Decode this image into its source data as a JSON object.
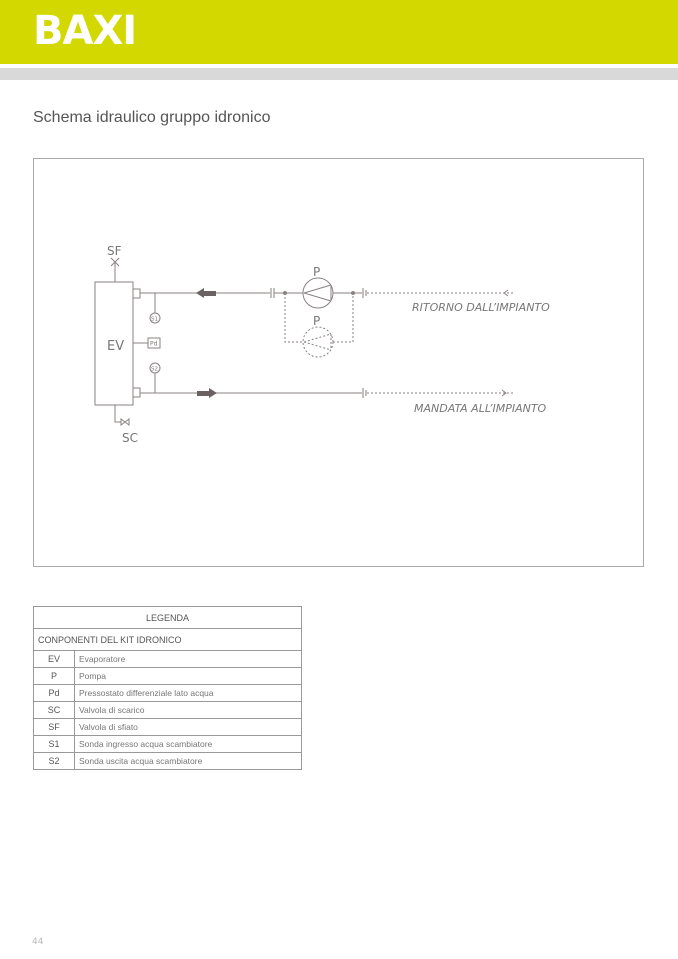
{
  "header": {
    "logo": "BAXI",
    "accent": "#d2d800"
  },
  "title": "Schema idraulico gruppo idronico",
  "diagram": {
    "labels": {
      "sf": "SF",
      "sc": "SC",
      "ev": "EV",
      "s1": "S1",
      "s2": "S2",
      "pd": "Pd",
      "p1": "P",
      "p2": "P",
      "ritorno": "RITORNO DALL’IMPIANTO",
      "mandata": "MANDATA ALL’IMPIANTO"
    }
  },
  "legend": {
    "title": "LEGENDA",
    "section": "CONPONENTI DEL KIT IDRONICO",
    "rows": [
      {
        "code": "EV",
        "desc": "Evaporatore"
      },
      {
        "code": "P",
        "desc": "Pompa"
      },
      {
        "code": "Pd",
        "desc": "Pressostato differenziale lato acqua"
      },
      {
        "code": "SC",
        "desc": "Valvola di scarico"
      },
      {
        "code": "SF",
        "desc": "Valvola di sfiato"
      },
      {
        "code": "S1",
        "desc": "Sonda ingresso acqua scambiatore"
      },
      {
        "code": "S2",
        "desc": "Sonda uscita acqua scambiatore"
      }
    ]
  },
  "page_number": "44"
}
